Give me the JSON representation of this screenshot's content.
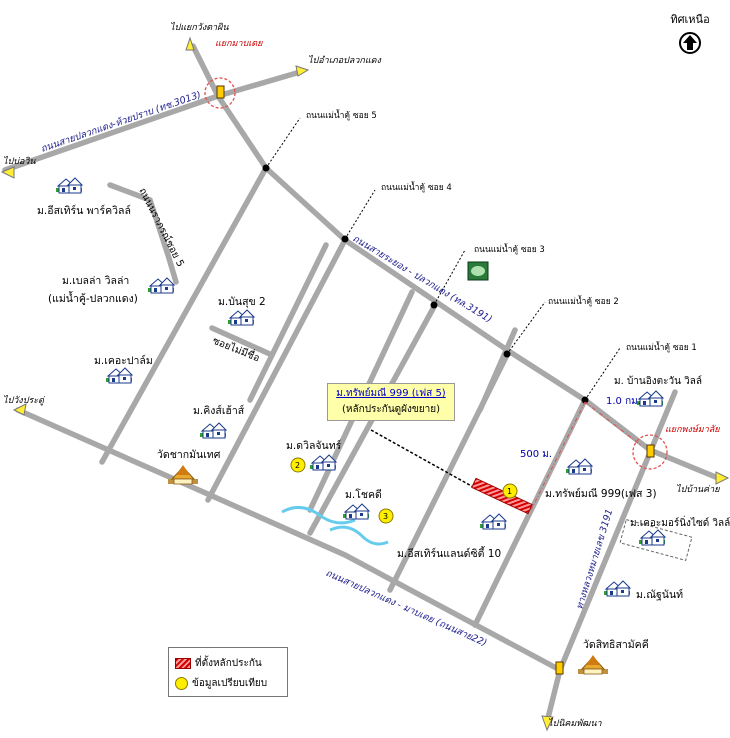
{
  "north": {
    "label": "ทิศเหนือ",
    "icon": "north-arrow-icon"
  },
  "roads": {
    "main_top": "ถนนสายปลวกแดง-ห้วยปราบ (ทช.3013)",
    "main_bottom": "ถนนสายปลวกแดง - มาบเตย (ถนนสาย22)",
    "highway": "ถนนสายระยอง - ปลวกแดง (ทล.3191)",
    "side_road": "ทางหลวงหมายเลข 3191",
    "soi_ta": "ถนนนราภรณ์ซอย 5",
    "soi_bai": "ซอยไม่มีชื่อ",
    "soi_1": "ถนนแม่น้ำคู้ ซอย 1",
    "soi_2": "ถนนแม่น้ำคู้ ซอย 2",
    "soi_3": "ถนนแม่น้ำคู้ ซอย 3",
    "soi_4": "ถนนแม่น้ำคู้ ซอย 4",
    "soi_5": "ถนนแม่น้ำคู้ ซอย 5"
  },
  "directions": {
    "to_rangtamin": "ไปแยกวังตาผิน",
    "to_pluakdaeng": "ไปอำเภอปลวกแดง",
    "to_borwin": "ไปบ่อวิน",
    "to_wangprachu": "ไปวังประดู่",
    "to_bankai": "ไปบ้านค่าย",
    "to_nikom": "ไปนิคมพัฒนา"
  },
  "intersections": {
    "mabtay": "แยกมาบเตย",
    "phongmalai": "แยกพงษ์มาลัย"
  },
  "places": {
    "east_park": "ม.อีสเทิร์น พาร์ควิลล์",
    "bella": "ม.เบลล่า วิลล่า",
    "bella_sub": "(แม่น้ำคู้-ปลวกแดง)",
    "khaopalm": "ม.เคอะปาล์ม",
    "bansuk": "ม.บันสุข 2",
    "kingshouse": "ม.คิงส์เฮ้าส์",
    "wat_chak": "วัดชากมันเทศ",
    "dawila": "ม.ดวิลจันทร์",
    "chokdee": "ม.โชคดี",
    "eastern_land": "ม.อีสเทิร์นแลนด์ซิตี้ 10",
    "subject_3": "ม.ทรัพย์มณี 999(เฟส 3)",
    "ban_ing": "ม. บ้านอิงตะวัน วิลล์",
    "khuemonie": "ม.เคอะมอร์นิ่งไซด์ วิลล์",
    "natthanan": "ม.ณัฐนันท์",
    "wat_sitthi": "วัดสิทธิสามัคคี"
  },
  "distances": {
    "d1": "1.0 กม.",
    "d2": "500 ม."
  },
  "callout": {
    "title": "ม.ทรัพย์มณี 999 (เฟส 5)",
    "subtitle": "(หลักประกันดูผังขยาย)"
  },
  "markers": {
    "m1": "1",
    "m2": "2",
    "m3": "3"
  },
  "legend": {
    "collateral": "ที่ตั้งหลักประกัน",
    "comparison": "ข้อมูลเปรียบเทียบ"
  },
  "colors": {
    "road": "#a8a8a8",
    "road_label": "#1a1a8c",
    "marker_fill": "#ffee00",
    "collateral": "#d40000",
    "callout_bg": "#ffffaa",
    "circle_red": "#e05050"
  }
}
